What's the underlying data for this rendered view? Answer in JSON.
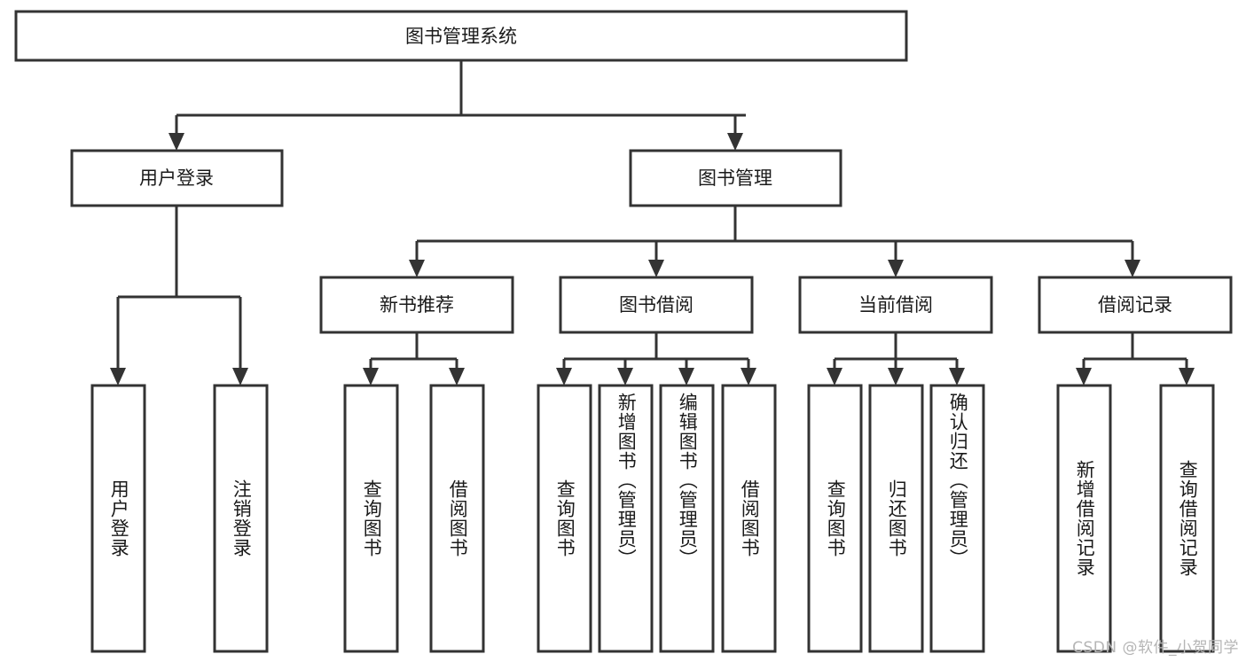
{
  "diagram": {
    "title": "图书管理系统",
    "type": "tree-hierarchy",
    "root": {
      "id": "root",
      "label": "图书管理系统"
    },
    "level2": [
      {
        "id": "user-login",
        "label": "用户登录"
      },
      {
        "id": "book-management",
        "label": "图书管理"
      }
    ],
    "level3": [
      {
        "id": "new-book-recommend",
        "label": "新书推荐",
        "parent": "book-management"
      },
      {
        "id": "book-borrow",
        "label": "图书借阅",
        "parent": "book-management"
      },
      {
        "id": "current-borrow",
        "label": "当前借阅",
        "parent": "book-management"
      },
      {
        "id": "borrow-record",
        "label": "借阅记录",
        "parent": "book-management"
      }
    ],
    "leaves": [
      {
        "id": "leaf-user-login",
        "label": "用户登录",
        "parent": "user-login"
      },
      {
        "id": "leaf-logout",
        "label": "注销登录",
        "parent": "user-login"
      },
      {
        "id": "leaf-query-book-1",
        "label": "查询图书",
        "parent": "new-book-recommend"
      },
      {
        "id": "leaf-borrow-book-1",
        "label": "借阅图书",
        "parent": "new-book-recommend"
      },
      {
        "id": "leaf-query-book-2",
        "label": "查询图书",
        "parent": "book-borrow"
      },
      {
        "id": "leaf-add-book",
        "label": "新增图书（管理员）",
        "parent": "book-borrow"
      },
      {
        "id": "leaf-edit-book",
        "label": "编辑图书（管理员）",
        "parent": "book-borrow"
      },
      {
        "id": "leaf-borrow-book-2",
        "label": "借阅图书",
        "parent": "book-borrow"
      },
      {
        "id": "leaf-query-book-3",
        "label": "查询图书",
        "parent": "current-borrow"
      },
      {
        "id": "leaf-return-book",
        "label": "归还图书",
        "parent": "current-borrow"
      },
      {
        "id": "leaf-confirm-return",
        "label": "确认归还（管理员）",
        "parent": "current-borrow"
      },
      {
        "id": "leaf-add-record",
        "label": "新增借阅记录",
        "parent": "borrow-record"
      },
      {
        "id": "leaf-query-record",
        "label": "查询借阅记录",
        "parent": "borrow-record"
      }
    ]
  },
  "watermark": {
    "text": "CSDN @软件_小贺同学"
  },
  "colors": {
    "box_stroke": "#333333",
    "box_fill": "#ffffff",
    "text": "#1a1a1a",
    "watermark": "#b5b5b5",
    "background": "#ffffff"
  }
}
